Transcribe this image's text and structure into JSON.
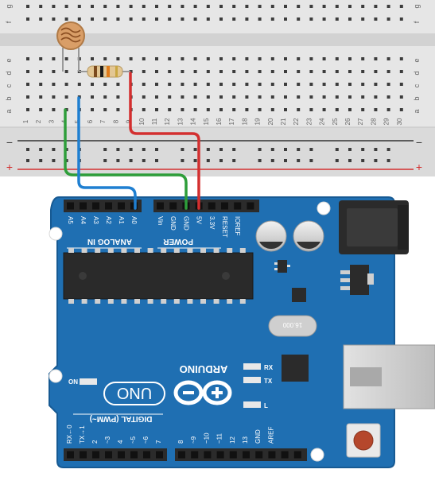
{
  "breadboard": {
    "row_letters_top": [
      "f",
      "g"
    ],
    "row_letters_bottom": [
      "e",
      "d",
      "c",
      "b",
      "a"
    ],
    "column_numbers": [
      "1",
      "2",
      "3",
      "4",
      "5",
      "6",
      "7",
      "8",
      "9",
      "10",
      "11",
      "12",
      "13",
      "14",
      "15",
      "16",
      "17",
      "18",
      "19",
      "20",
      "21",
      "22",
      "23",
      "24",
      "25",
      "26",
      "27",
      "28",
      "29",
      "30"
    ],
    "rail_minus": "−",
    "rail_plus": "+"
  },
  "components": {
    "photoresistor": "photoresistor",
    "resistor": "resistor"
  },
  "wires": [
    {
      "name": "wire-5v",
      "color": "#d32f2f"
    },
    {
      "name": "wire-gnd",
      "color": "#2e9e3a"
    },
    {
      "name": "wire-a0",
      "color": "#1f7fd1"
    }
  ],
  "arduino": {
    "analog_header_labels": [
      "A5",
      "A4",
      "A3",
      "A2",
      "A1",
      "A0"
    ],
    "analog_in_label": "ANALOG IN",
    "power_header_labels": [
      "Vin",
      "GND",
      "GND",
      "5V",
      "3.3V",
      "RESET",
      "IOREF"
    ],
    "power_label": "POWER",
    "digital_labels": [
      "RX←0",
      "TX→1",
      "2",
      "~3",
      "4",
      "~5",
      "~6",
      "7",
      "8",
      "~9",
      "~10",
      "~11",
      "12",
      "13",
      "GND",
      "AREF"
    ],
    "digital_label": "DIGITAL (PWM~)",
    "on_label": "ON",
    "rx_label": "RX",
    "tx_label": "TX",
    "l_label": "L",
    "brand": "ARDUINO",
    "model": "UNO",
    "crystal_label": "16.000",
    "colors": {
      "board": "#1f6fb2",
      "board_edge": "#175a93",
      "silk": "#ffffff"
    }
  }
}
